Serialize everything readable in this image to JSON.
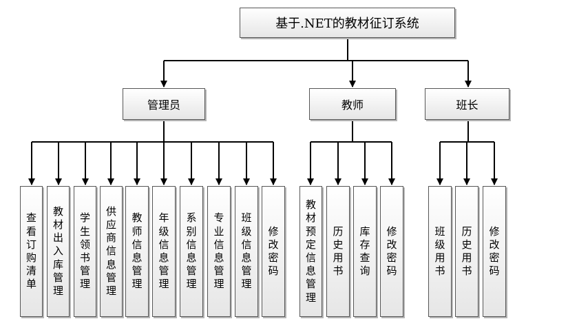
{
  "diagram": {
    "title": "基于.NET的教材征订系统",
    "branches": [
      {
        "label": "管理员",
        "children": [
          "查看订购清单",
          "教材出入库管理",
          "学生领书管理",
          "供应商信息管理",
          "教师信息管理",
          "年级信息管理",
          "系别信息管理",
          "专业信息管理",
          "班级信息管理",
          "修改密码"
        ]
      },
      {
        "label": "教师",
        "children": [
          "教材预定信息管理",
          "历史用书",
          "库存查询",
          "修改密码"
        ]
      },
      {
        "label": "班长",
        "children": [
          "班级用书",
          "历史用书",
          "修改密码"
        ]
      }
    ]
  }
}
